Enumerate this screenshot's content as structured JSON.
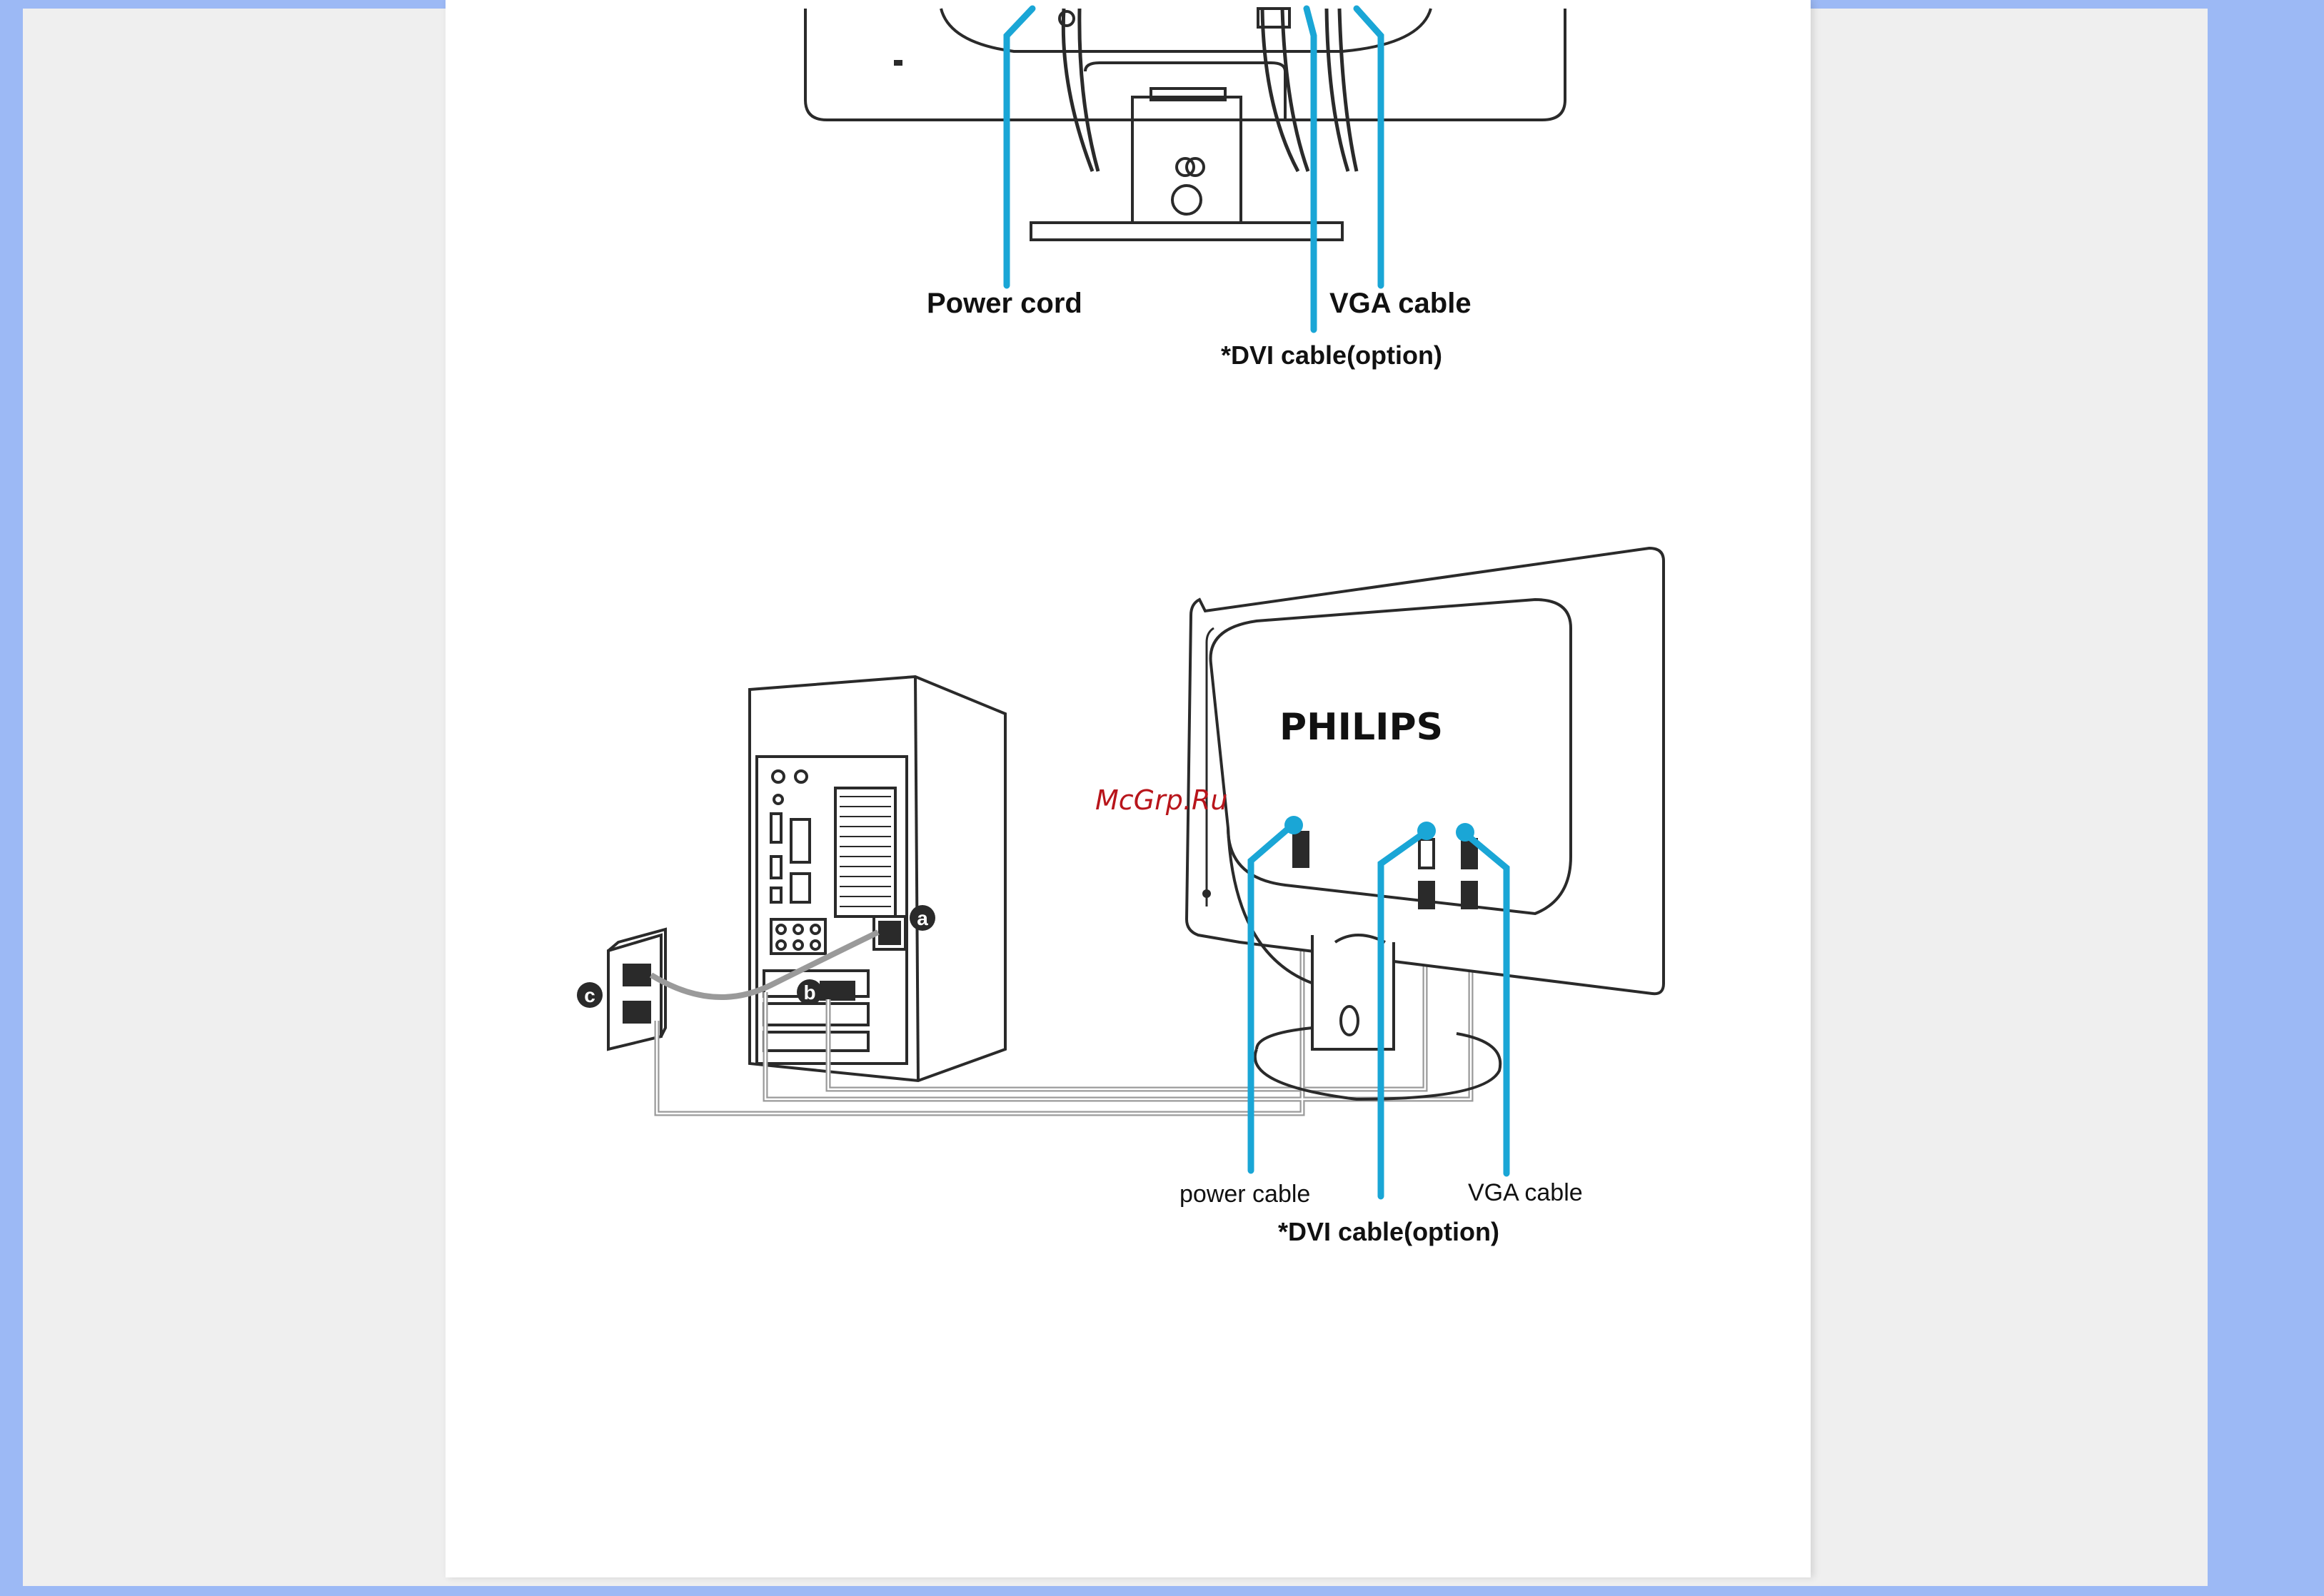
{
  "figure_top": {
    "labels": {
      "power": "Power cord",
      "vga": "VGA cable",
      "dvi": "*DVI cable(option)"
    }
  },
  "figure_bottom": {
    "brand": "PHILIPS",
    "markers": {
      "a": "a",
      "b": "b",
      "c": "c"
    },
    "labels": {
      "power": "power cable",
      "vga": "VGA cable",
      "dvi": "*DVI cable(option)"
    }
  },
  "watermark": "McGrp.Ru",
  "colors": {
    "callout": "#1aa6d6",
    "cable": "#9a9a9a",
    "background": "#9cb9f5",
    "outline": "#2a2a2a"
  }
}
